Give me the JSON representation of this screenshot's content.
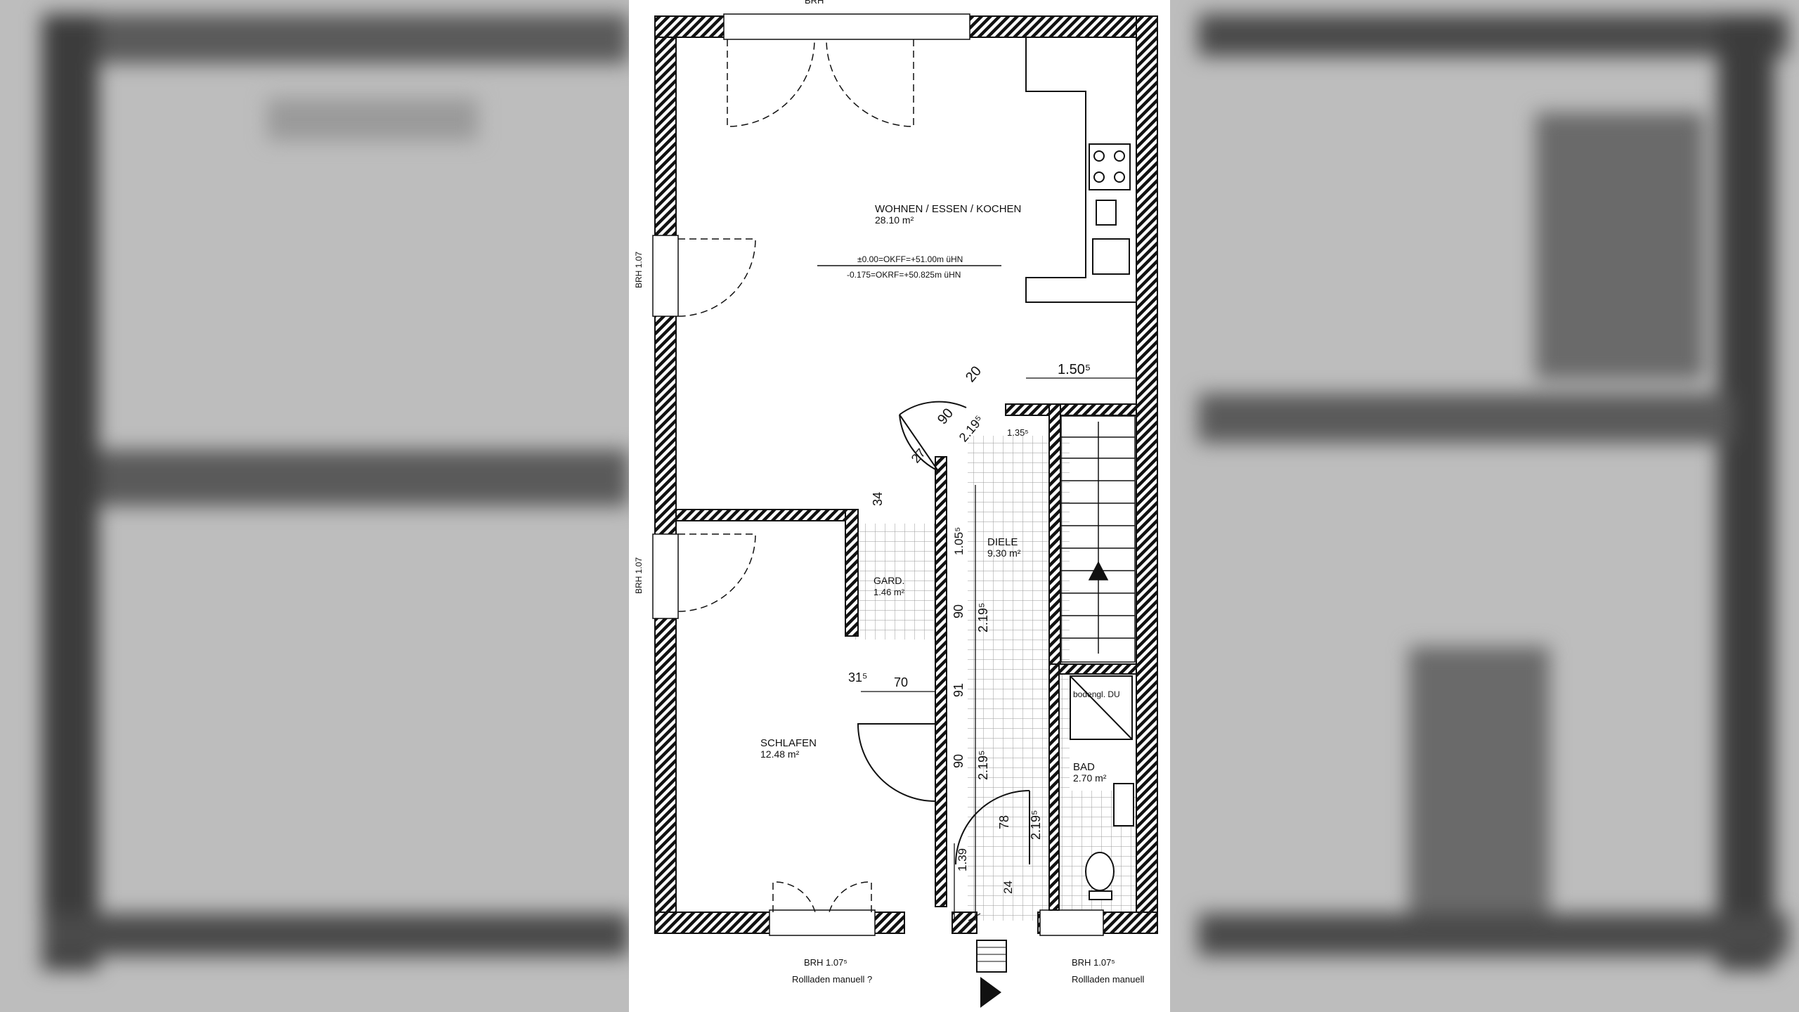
{
  "top_label": "BRH",
  "rooms": {
    "living": {
      "name": "WOHNEN / ESSEN / KOCHEN",
      "area": "28.10 m²"
    },
    "hall": {
      "name": "DIELE",
      "area": "9.30 m²"
    },
    "wardrobe": {
      "name": "GARD.",
      "area": "1.46 m²"
    },
    "bedroom": {
      "name": "SCHLAFEN",
      "area": "12.48 m²"
    },
    "bath": {
      "name": "BAD",
      "area": "2.70 m²"
    }
  },
  "levels": {
    "okff": "±0.00=OKFF=+51.00m üHN",
    "okrf": "-0.175=OKRF=+50.825m üHN"
  },
  "shower_label": "bodengl. DU",
  "dimensions": {
    "kitchen_depth": "1.50⁵",
    "d20": "20",
    "d90_door": "90",
    "d219_door": "2.19⁵",
    "d27": "27",
    "d34": "34",
    "d135": "1.35⁵",
    "d105": "1.05⁵",
    "d90_a": "90",
    "d219_a": "2.19⁵",
    "d31": "31⁵",
    "d70": "70",
    "d91": "91",
    "d90_b": "90",
    "d219_b": "2.19⁵",
    "d78": "78",
    "d219_c": "2.19⁵",
    "d139": "1.39",
    "d24": "24"
  },
  "window_labels": {
    "left_upper": "BRH 1.07",
    "left_lower": "BRH 1.07",
    "bottom_left": "BRH 1.07⁵",
    "bottom_right": "BRH 1.07⁵",
    "shutter_left": "Rollladen manuell ?",
    "shutter_right": "Rollladen manuell"
  }
}
